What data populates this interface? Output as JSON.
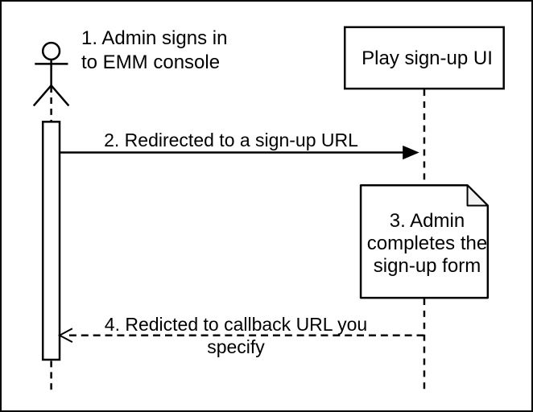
{
  "diagram": {
    "type": "uml-sequence-diagram",
    "colors": {
      "stroke": "#000000",
      "background": "#ffffff",
      "shape_fill": "#ffffff",
      "note_fold_fill": "#f2f2f2"
    },
    "actor": {
      "label": "1. Admin signs in\nto EMM console"
    },
    "participant": {
      "label": "Play sign-up UI"
    },
    "messages": [
      {
        "number": "2",
        "label": "2. Redirected to a sign-up URL",
        "line_style": "solid",
        "arrowhead": "filled",
        "direction": "left-to-right"
      },
      {
        "number": "4",
        "label": "4. Redicted to callback URL you specify",
        "line_style": "dashed",
        "arrowhead": "open",
        "direction": "right-to-left"
      }
    ],
    "note": {
      "label": "3. Admin\ncompletes the\nsign-up form"
    }
  }
}
